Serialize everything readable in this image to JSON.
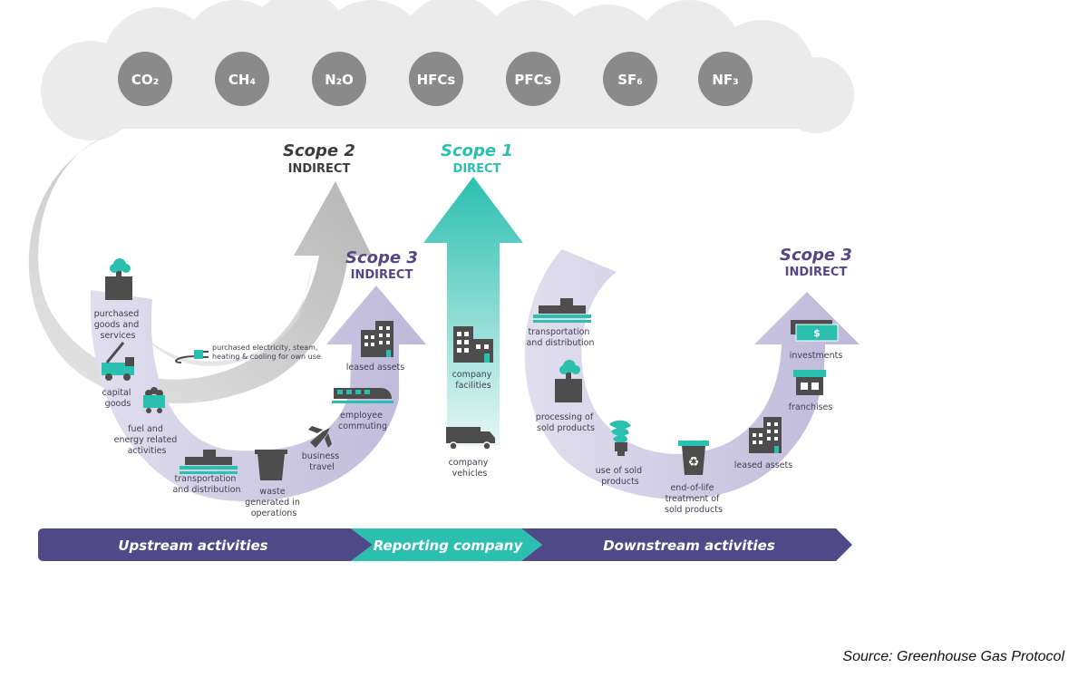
{
  "gases": [
    "CO₂",
    "CH₄",
    "N₂O",
    "HFCs",
    "PFCs",
    "SF₆",
    "NF₃"
  ],
  "scopes": {
    "scope2": {
      "title": "Scope 2",
      "sub": "INDIRECT"
    },
    "scope1": {
      "title": "Scope 1",
      "sub": "DIRECT"
    },
    "scope3_up": {
      "title": "Scope 3",
      "sub": "INDIRECT"
    },
    "scope3_down": {
      "title": "Scope 3",
      "sub": "INDIRECT"
    }
  },
  "activities": {
    "purchased_goods": [
      "purchased",
      "goods and",
      "services"
    ],
    "capital_goods": [
      "capital",
      "goods"
    ],
    "fuel_energy": [
      "fuel and",
      "energy related",
      "activities"
    ],
    "up_transport": [
      "transportation",
      "and distribution"
    ],
    "waste": [
      "waste",
      "generated in",
      "operations"
    ],
    "business_travel": [
      "business",
      "travel"
    ],
    "employee_commuting": [
      "employee",
      "commuting"
    ],
    "up_leased": [
      "leased assets"
    ],
    "electricity": [
      "purchased electricity, steam,",
      "heating & cooling for own use"
    ],
    "company_facilities": [
      "company",
      "facilities"
    ],
    "company_vehicles": [
      "company",
      "vehicles"
    ],
    "down_transport": [
      "transportation",
      "and distribution"
    ],
    "processing": [
      "processing of",
      "sold products"
    ],
    "use_sold": [
      "use of sold",
      "products"
    ],
    "end_of_life": [
      "end-of-life",
      "treatment of",
      "sold products"
    ],
    "down_leased": [
      "leased assets"
    ],
    "franchises": [
      "franchises"
    ],
    "investments": [
      "investments"
    ]
  },
  "bar": {
    "upstream": "Upstream activities",
    "reporting": "Reporting company",
    "downstream": "Downstream activities"
  },
  "money_symbol": "$",
  "source": "Source: Greenhouse Gas Protocol",
  "colors": {
    "teal": "#2bbfb0",
    "purple": "#4f4a87",
    "gray_circle": "#8a8a8a",
    "cloud": "#ececec",
    "icon_dark": "#4d4d4d"
  }
}
